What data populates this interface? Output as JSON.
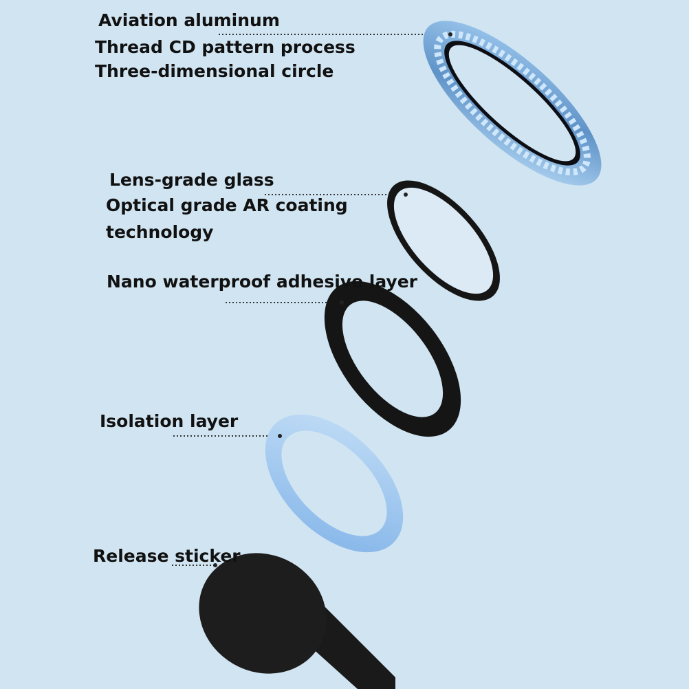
{
  "layers": [
    {
      "lines": [
        "Aviation aluminum",
        "Thread CD pattern process",
        "Three-dimensional circle"
      ]
    },
    {
      "lines": [
        "Lens-grade glass",
        "Optical grade AR coating",
        "technology"
      ]
    },
    {
      "lines": [
        "Nano waterproof adhesive layer"
      ]
    },
    {
      "lines": [
        "Isolation layer"
      ]
    },
    {
      "lines": [
        "Release sticker"
      ]
    }
  ],
  "colors": {
    "background": "#d0e4f1",
    "aluminum": "#7fb0de",
    "glass": "#dbeaf5",
    "black": "#151515",
    "isolation": "#9cc6ee"
  }
}
